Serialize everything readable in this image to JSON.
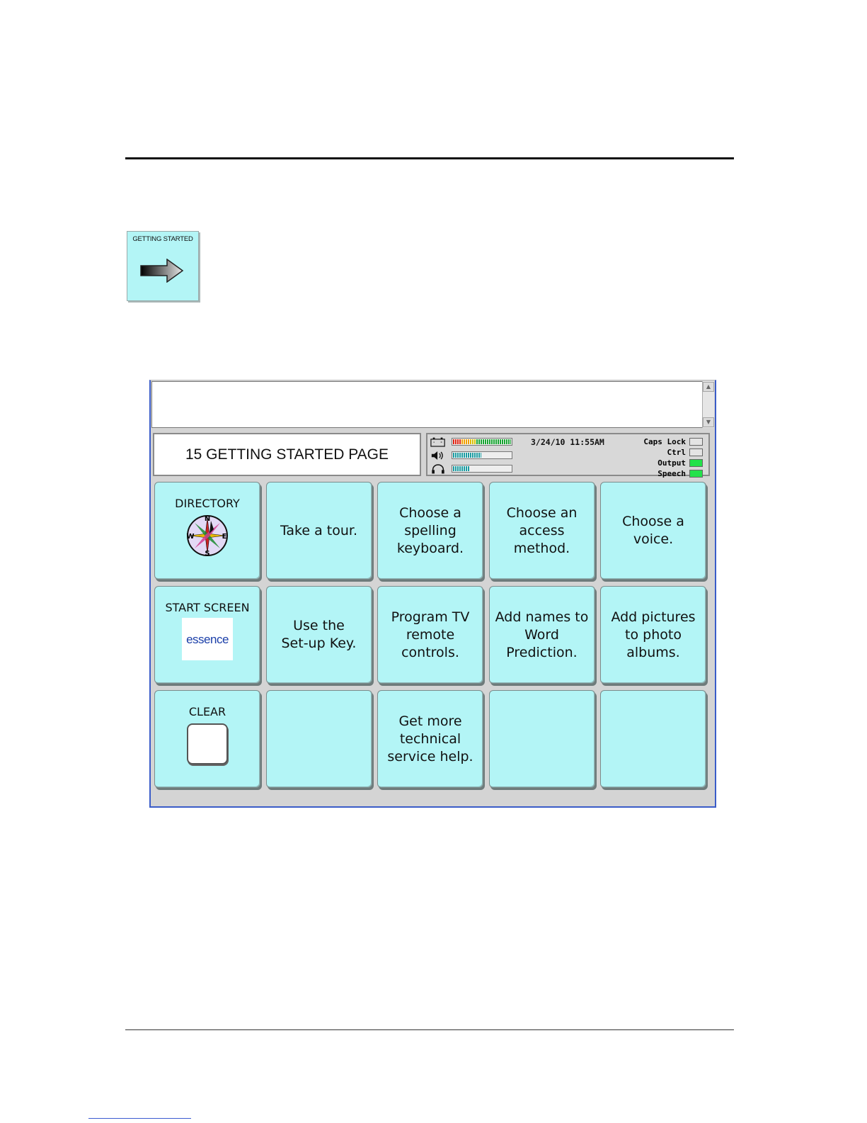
{
  "getting_started_key": {
    "label": "GETTING STARTED",
    "icon": "arrow-right-icon"
  },
  "device": {
    "message_window_text": "",
    "page_title": "15 GETTING STARTED PAGE",
    "status": {
      "datetime": "3/24/10 11:55AM",
      "battery_level": 1.0,
      "volume_level": 0.5,
      "headphone_level": 0.3,
      "indicators": [
        {
          "label": "Caps Lock",
          "on": false
        },
        {
          "label": "Ctrl",
          "on": false
        },
        {
          "label": "Output",
          "on": true
        },
        {
          "label": "Speech",
          "on": true
        }
      ]
    },
    "keys": [
      {
        "label": "DIRECTORY",
        "icon": "compass-icon"
      },
      {
        "text": "Take a tour."
      },
      {
        "text": "Choose a\nspelling\nkeyboard."
      },
      {
        "text": "Choose an\naccess\nmethod."
      },
      {
        "text": "Choose a\nvoice."
      },
      {
        "label": "START SCREEN",
        "icon": "essence-logo",
        "logo_text": "essence"
      },
      {
        "text": "Use the\nSet-up Key."
      },
      {
        "text": "Program TV\nremote\ncontrols."
      },
      {
        "text": "Add names to\nWord\nPrediction."
      },
      {
        "text": "Add pictures\nto photo\nalbums."
      },
      {
        "label": "CLEAR",
        "icon": "blank-box-icon"
      },
      {
        "text": ""
      },
      {
        "text": "Get more\ntechnical\nservice help."
      },
      {
        "text": ""
      },
      {
        "text": ""
      }
    ]
  },
  "colors": {
    "key_bg": "#b3f5f6",
    "screen_bg": "#d4d4d4",
    "frame": "#3a5cc8"
  }
}
